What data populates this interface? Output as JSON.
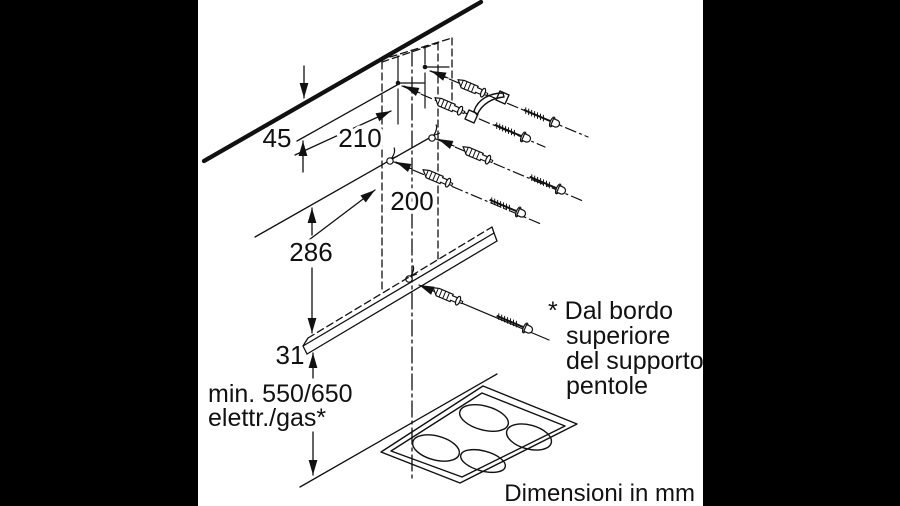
{
  "colors": {
    "background": "#000000",
    "panel": "#ffffff",
    "ink": "#111111"
  },
  "diagram": {
    "dims": {
      "d45": "45",
      "d210": "210",
      "d200": "200",
      "d286": "286",
      "d31": "31",
      "min_line1": "min. 550/650",
      "min_line2": "elettr./gas*"
    },
    "footnote": {
      "lines": [
        "* Dal bordo",
        "superiore",
        "del supporto",
        "pentole"
      ]
    },
    "units_caption": "Dimensioni in mm",
    "icons": {
      "anchor": "wall-anchor-icon",
      "screw": "screw-icon",
      "bracket": "mounting-bracket-icon",
      "hole": "drill-hole-icon"
    }
  }
}
